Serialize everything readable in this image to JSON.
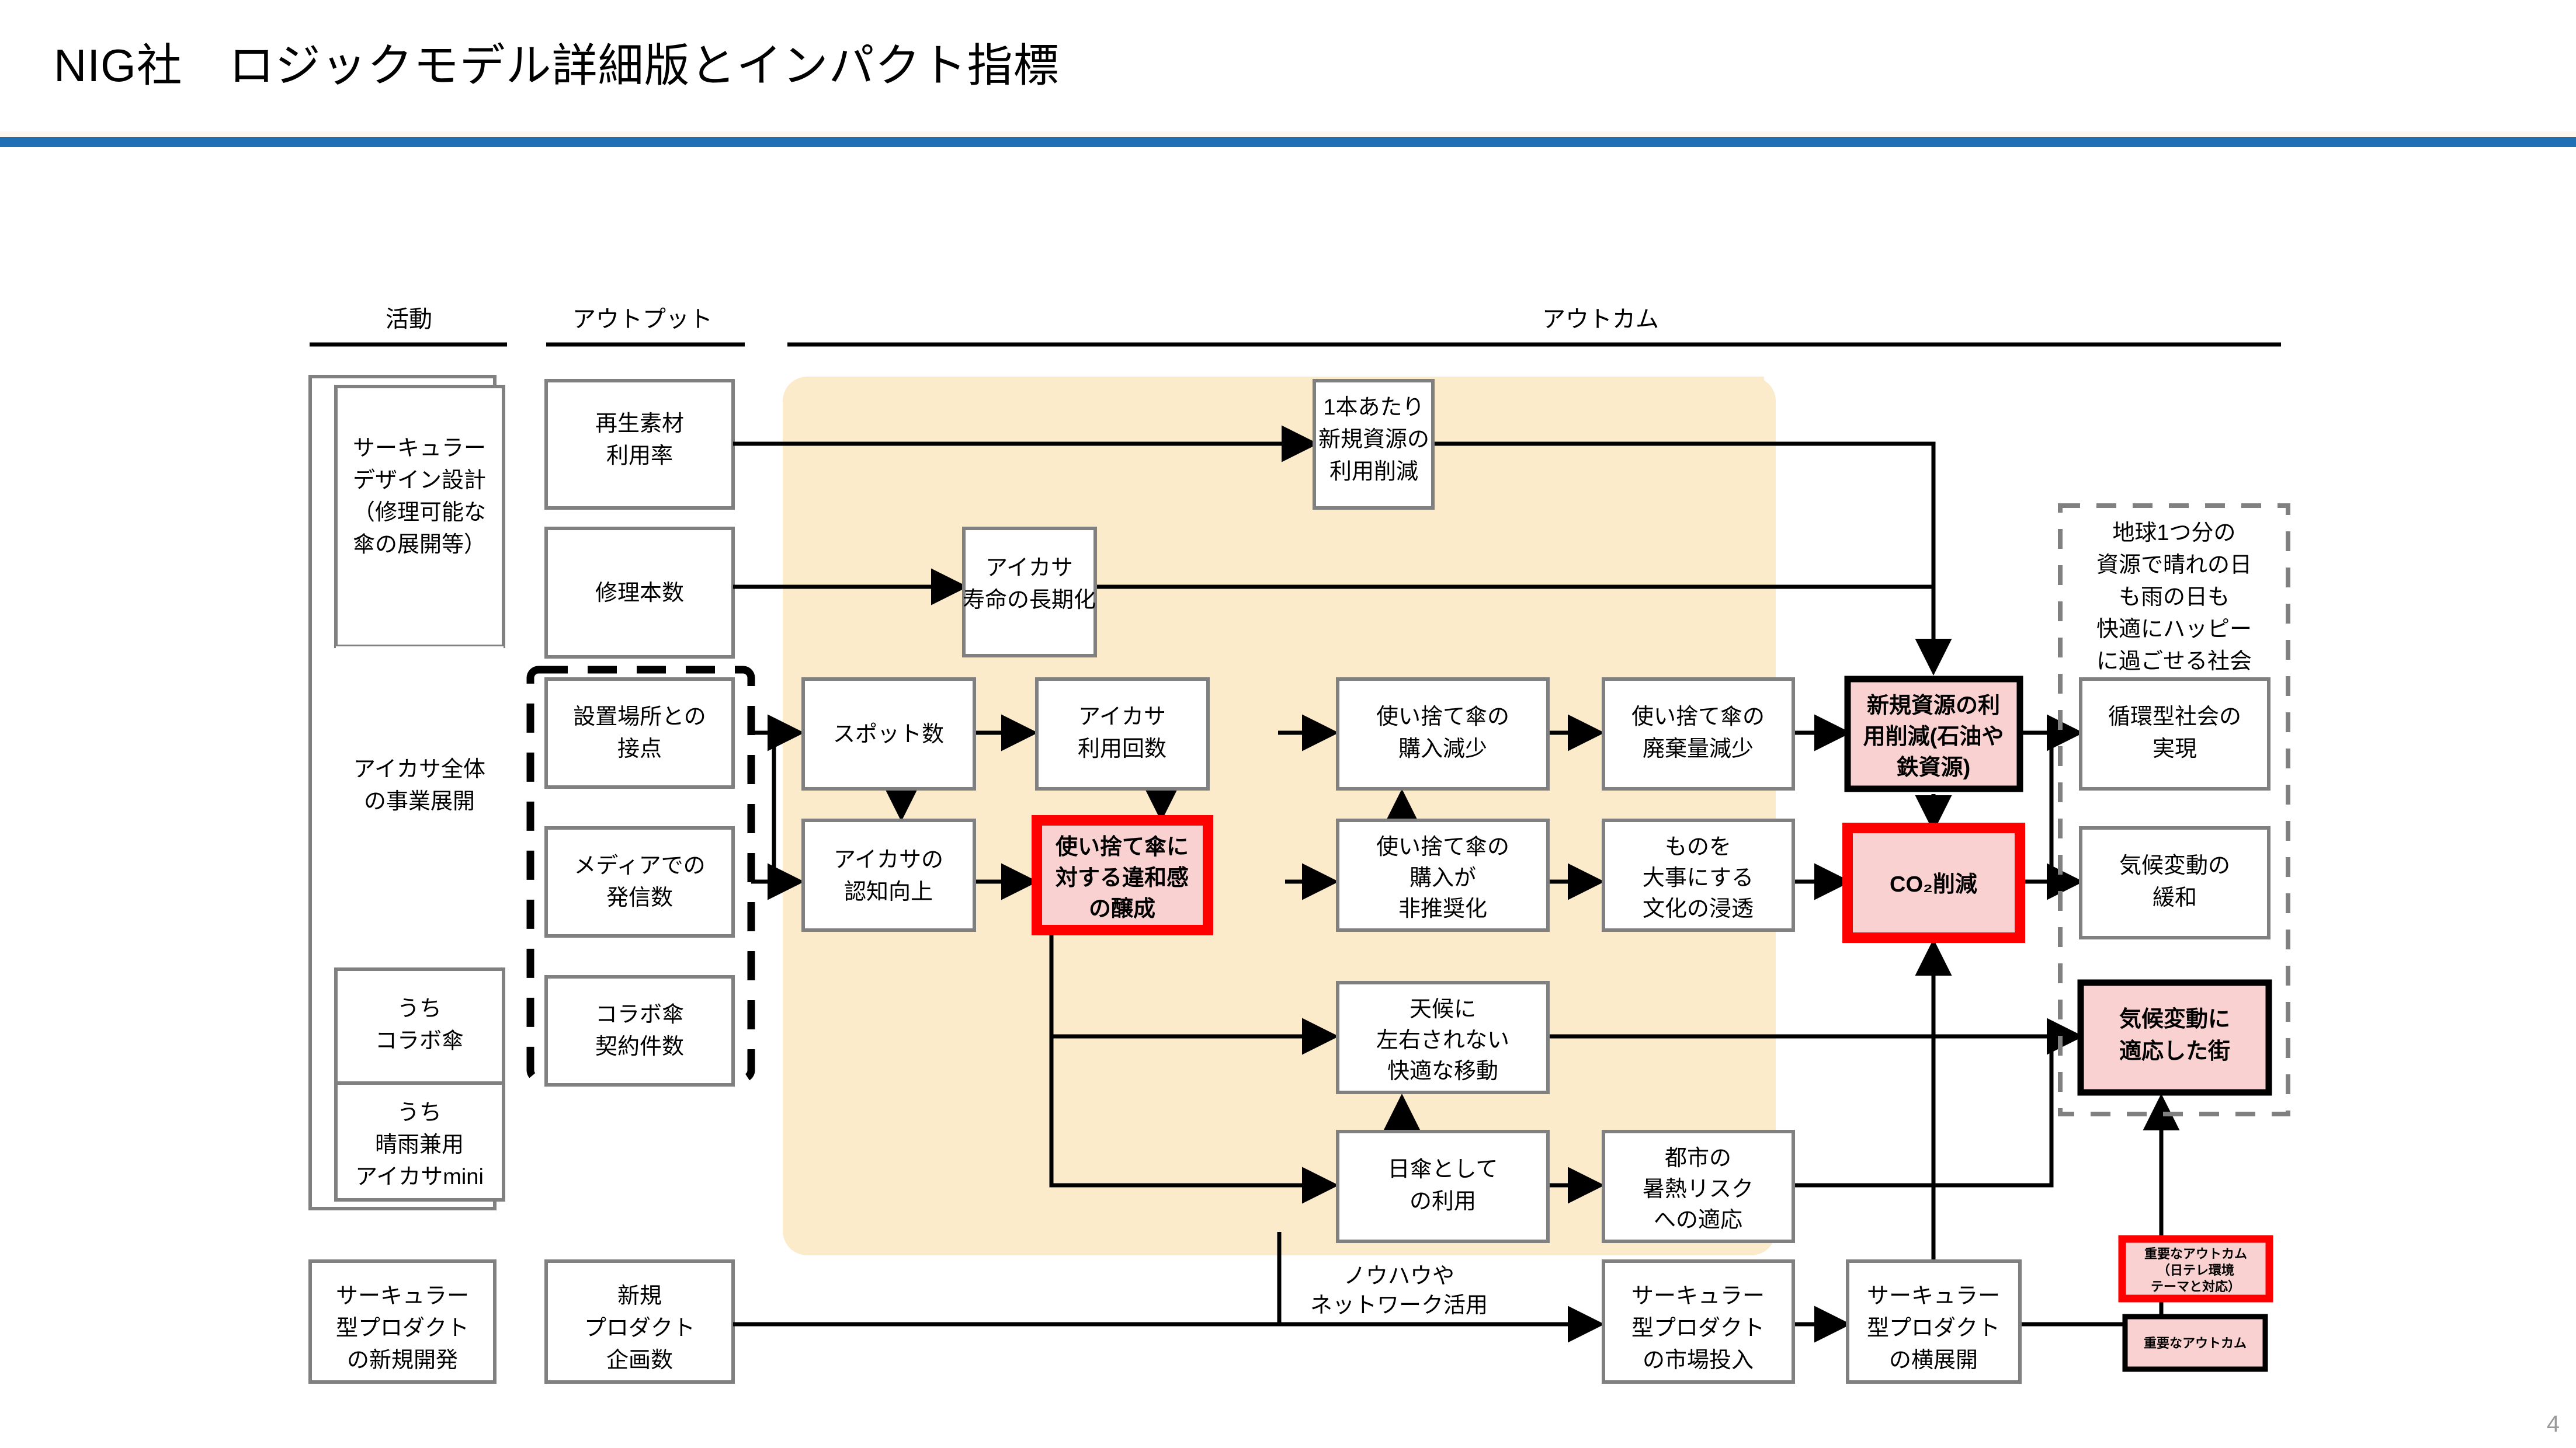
{
  "slide": {
    "title": "NIG社　ロジックモデル詳細版とインパクト指標",
    "page_number": "4",
    "accent_color": "#1F6FB5",
    "highlight_band_color": "#FCEBCB",
    "important_fill": "#FAD1D1",
    "important_border_strong": "#FF0000",
    "important_border_black": "#000000",
    "box_border": "#808080"
  },
  "headers": {
    "activity": "活動",
    "output": "アウトプット",
    "outcome": "アウトカム"
  },
  "activities": [
    {
      "id": "act-circular-design",
      "lines": [
        "サーキュラー",
        "デザイン設計",
        "（修理可能な",
        "傘の展開等）"
      ]
    },
    {
      "id": "act-aikasa-business",
      "lines": [
        "アイカサ全体",
        "の事業展開"
      ]
    },
    {
      "id": "act-collab-umbrella",
      "lines": [
        "うち",
        "コラボ傘"
      ]
    },
    {
      "id": "act-aikasa-mini",
      "lines": [
        "うち",
        "晴雨兼用",
        "アイカサmini"
      ]
    },
    {
      "id": "act-new-product-dev",
      "lines": [
        "サーキュラー",
        "型プロダクト",
        "の新規開発"
      ]
    }
  ],
  "outputs": [
    {
      "id": "out-recycled-rate",
      "lines": [
        "再生素材",
        "利用率"
      ]
    },
    {
      "id": "out-repair-count",
      "lines": [
        "修理本数"
      ]
    },
    {
      "id": "out-spot-contacts",
      "lines": [
        "設置場所との",
        "接点"
      ]
    },
    {
      "id": "out-media-posts",
      "lines": [
        "メディアでの",
        "発信数"
      ]
    },
    {
      "id": "out-collab-contracts",
      "lines": [
        "コラボ傘",
        "契約件数"
      ]
    },
    {
      "id": "out-new-product-plans",
      "lines": [
        "新規",
        "プロダクト",
        "企画数"
      ]
    }
  ],
  "outcomes": [
    {
      "id": "oc-resource-per-unit",
      "lines": [
        "1本あたり",
        "新規資源の",
        "利用削減"
      ],
      "style": "plain"
    },
    {
      "id": "oc-aikasa-lifespan",
      "lines": [
        "アイカサ",
        "寿命の長期化"
      ],
      "style": "plain"
    },
    {
      "id": "oc-spot-count",
      "lines": [
        "スポット数"
      ],
      "style": "plain"
    },
    {
      "id": "oc-aikasa-awareness",
      "lines": [
        "アイカサの",
        "認知向上"
      ],
      "style": "plain"
    },
    {
      "id": "oc-aikasa-usage",
      "lines": [
        "アイカサ",
        "利用回数"
      ],
      "style": "plain"
    },
    {
      "id": "oc-disposable-discomfort",
      "lines": [
        "使い捨て傘に",
        "対する違和感",
        "の醸成"
      ],
      "style": "important-red"
    },
    {
      "id": "oc-purchase-decrease",
      "lines": [
        "使い捨て傘の",
        "購入減少"
      ],
      "style": "plain"
    },
    {
      "id": "oc-purchase-discouraged",
      "lines": [
        "使い捨て傘の",
        "購入が",
        "非推奨化"
      ],
      "style": "plain"
    },
    {
      "id": "oc-waste-decrease",
      "lines": [
        "使い捨て傘の",
        "廃棄量減少"
      ],
      "style": "plain"
    },
    {
      "id": "oc-value-things-culture",
      "lines": [
        "ものを",
        "大事にする",
        "文化の浸透"
      ],
      "style": "plain"
    },
    {
      "id": "oc-comfortable-mobility",
      "lines": [
        "天候に",
        "左右されない",
        "快適な移動"
      ],
      "style": "plain"
    },
    {
      "id": "oc-parasol-use",
      "lines": [
        "日傘として",
        "の利用"
      ],
      "style": "plain"
    },
    {
      "id": "oc-urban-heat-adapt",
      "lines": [
        "都市の",
        "暑熱リスク",
        "への適応"
      ],
      "style": "plain"
    },
    {
      "id": "oc-resource-reduction",
      "lines": [
        "新規資源の利",
        "用削減(石油や",
        "鉄資源)"
      ],
      "style": "important-black"
    },
    {
      "id": "oc-co2-reduction",
      "lines": [
        "CO₂削減"
      ],
      "style": "important-red"
    },
    {
      "id": "oc-product-market-launch",
      "lines": [
        "サーキュラー",
        "型プロダクト",
        "の市場投入"
      ],
      "style": "plain"
    },
    {
      "id": "oc-product-expansion",
      "lines": [
        "サーキュラー",
        "型プロダクト",
        "の横展開"
      ],
      "style": "plain"
    }
  ],
  "impact": {
    "vision_lines": [
      "地球1つ分の",
      "資源で晴れの日",
      "も雨の日も",
      "快適にハッピー",
      "に過ごせる社会"
    ],
    "items": [
      {
        "id": "imp-circular-society",
        "lines": [
          "循環型社会の",
          "実現"
        ],
        "style": "plain"
      },
      {
        "id": "imp-climate-mitigation",
        "lines": [
          "気候変動の",
          "緩和"
        ],
        "style": "plain"
      },
      {
        "id": "imp-climate-adapted-city",
        "lines": [
          "気候変動に",
          "適応した街"
        ],
        "style": "important-black"
      }
    ]
  },
  "annotations": {
    "knowhow_network": [
      "ノウハウや",
      "ネットワーク活用"
    ]
  },
  "legend": [
    {
      "id": "legend-important-ntv",
      "lines": [
        "重要なアウトカム",
        "（日テレ環境",
        "テーマと対応）"
      ],
      "style": "important-red"
    },
    {
      "id": "legend-important",
      "lines": [
        "重要なアウトカム"
      ],
      "style": "important-black"
    }
  ]
}
